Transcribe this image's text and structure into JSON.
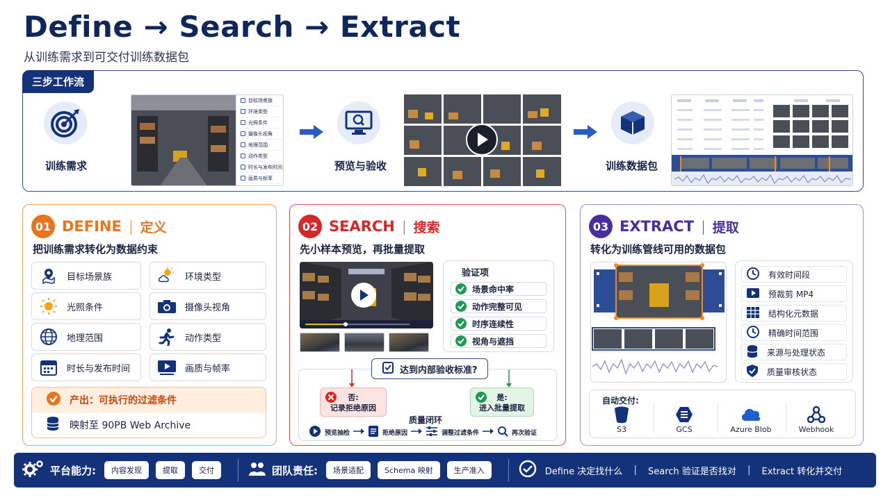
{
  "header": {
    "title": "Define → Search → Extract",
    "subtitle": "从训练需求到可交付训练数据包"
  },
  "workflow": {
    "tag": "三步工作流",
    "steps": [
      {
        "label": "训练需求",
        "icon": "target-icon"
      },
      {
        "label": "预览与验收",
        "icon": "monitor-search-icon"
      },
      {
        "label": "训练数据包",
        "icon": "package-icon"
      }
    ],
    "filters": [
      "目标场景族",
      "环境类型",
      "光照条件",
      "摄像头视角",
      "地理范围",
      "动作类型",
      "时长与发布时间",
      "画质与帧率"
    ]
  },
  "define": {
    "num": "01",
    "name": "DEFINE",
    "cn": "定义",
    "desc": "把训练需求转化为数据约束",
    "chips": [
      "目标场景族",
      "环境类型",
      "光照条件",
      "摄像头视角",
      "地理范围",
      "动作类型",
      "时长与发布时间",
      "画质与帧率"
    ],
    "output": "产出：可执行的过滤条件",
    "mapping": "映射至 90PB Web Archive",
    "accent": "#e8741c"
  },
  "search": {
    "num": "02",
    "name": "SEARCH",
    "cn": "搜索",
    "desc": "先小样本预览，再批量提取",
    "verify_title": "验证项",
    "verify_items": [
      "场景命中率",
      "动作完整可见",
      "时序连续性",
      "视角与遮挡"
    ],
    "question": "达到内部验收标准?",
    "no_title": "否:",
    "no_text": "记录拒绝原因",
    "yes_title": "是:",
    "yes_text": "进入批量提取",
    "loop_title": "质量闭环",
    "loop_steps": [
      "预览抽检",
      "拒绝原因",
      "调整过滤条件",
      "再次验证"
    ],
    "accent": "#d62828"
  },
  "extract": {
    "num": "03",
    "name": "EXTRACT",
    "cn": "提取",
    "desc": "转化为训练管线可用的数据包",
    "meta_items": [
      "有效时间段",
      "预裁剪 MP4",
      "结构化元数据",
      "精确时间范围",
      "来源与处理状态",
      "质量审核状态"
    ],
    "deliver_title": "自动交付:",
    "destinations": [
      "S3",
      "GCS",
      "Azure Blob",
      "Webhook"
    ],
    "accent": "#4a2ea0"
  },
  "footer": {
    "platform_label": "平台能力:",
    "platform_items": [
      "内容发现",
      "提取",
      "交付"
    ],
    "team_label": "团队责任:",
    "team_items": [
      "场景适配",
      "Schema 映射",
      "生产准入"
    ],
    "summary": [
      "Define 决定找什么",
      "Search 验证是否找对",
      "Extract 转化并交付"
    ]
  }
}
